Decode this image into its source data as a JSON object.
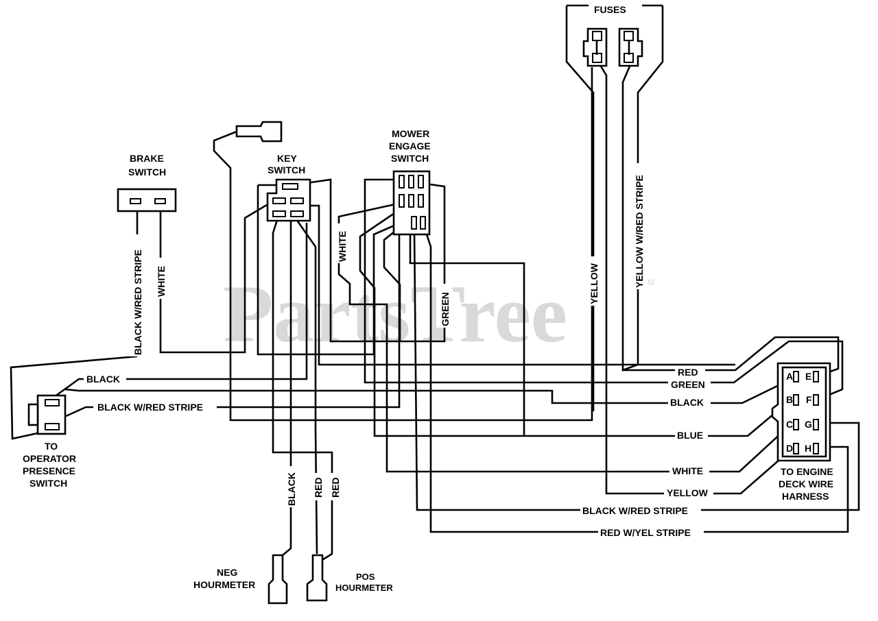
{
  "watermark": {
    "text": "PartsTree",
    "tm": "TM"
  },
  "components": {
    "fuses": "FUSES",
    "brake_switch": [
      "BRAKE",
      "SWITCH"
    ],
    "key_switch": [
      "KEY",
      "SWITCH"
    ],
    "mower_engage_switch": [
      "MOWER",
      "ENGAGE",
      "SWITCH"
    ],
    "operator_presence_switch": [
      "TO",
      "OPERATOR",
      "PRESENCE",
      "SWITCH"
    ],
    "engine_harness": [
      "TO ENGINE",
      "DECK WIRE",
      "HARNESS"
    ],
    "neg_hourmeter": [
      "NEG",
      "HOURMETER"
    ],
    "pos_hourmeter": [
      "POS",
      "HOURMETER"
    ]
  },
  "connector_pins": [
    "A",
    "E",
    "B",
    "F",
    "C",
    "G",
    "D",
    "H"
  ],
  "wire_labels": {
    "black_wred_stripe_left": "BLACK W/RED STRIPE",
    "white_brake": "WHITE",
    "black_ops": "BLACK",
    "black_wred_stripe_ops": "BLACK W/RED STRIPE",
    "white_mower": "WHITE",
    "green_mower": "GREEN",
    "yellow_fuse": "YELLOW",
    "yellow_wred_stripe": "YELLOW W/RED STRIPE",
    "black_hour": "BLACK",
    "red_hour_1": "RED",
    "red_hour_2": "RED",
    "red_right": "RED",
    "green_right": "GREEN",
    "black_right": "BLACK",
    "blue_right": "BLUE",
    "white_right": "WHITE",
    "yellow_right": "YELLOW",
    "black_wred_stripe_bottom": "BLACK W/RED STRIPE",
    "red_wyel_stripe": "RED W/YEL STRIPE"
  }
}
